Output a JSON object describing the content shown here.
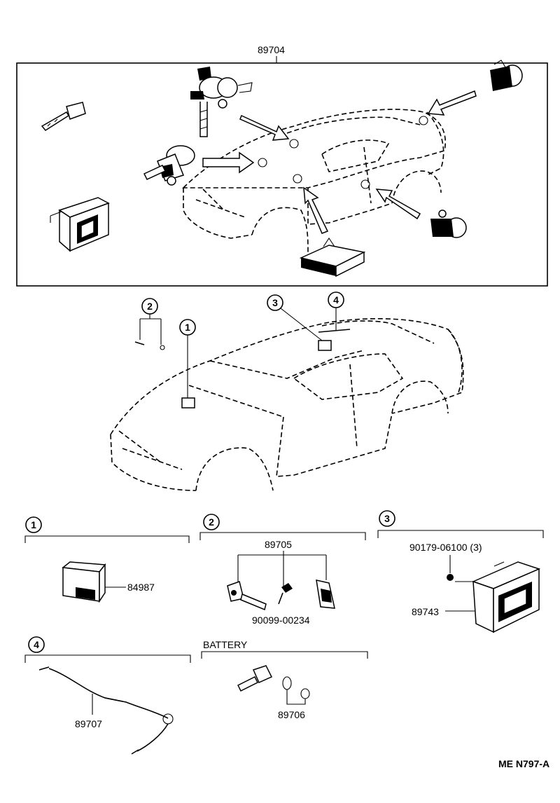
{
  "diagram": {
    "top_group_part": "89704",
    "callouts": [
      "1",
      "2",
      "3",
      "4"
    ],
    "sections": [
      {
        "id": "1",
        "parts": [
          "84987"
        ]
      },
      {
        "id": "2",
        "parts": [
          "89705",
          "90099-00234"
        ]
      },
      {
        "id": "3",
        "parts": [
          "90179-06100 (3)",
          "89743"
        ]
      },
      {
        "id": "4",
        "parts": [
          "89707"
        ]
      },
      {
        "label": "BATTERY",
        "parts": [
          "89706"
        ]
      }
    ],
    "drawing_code": "ME N797-A"
  }
}
